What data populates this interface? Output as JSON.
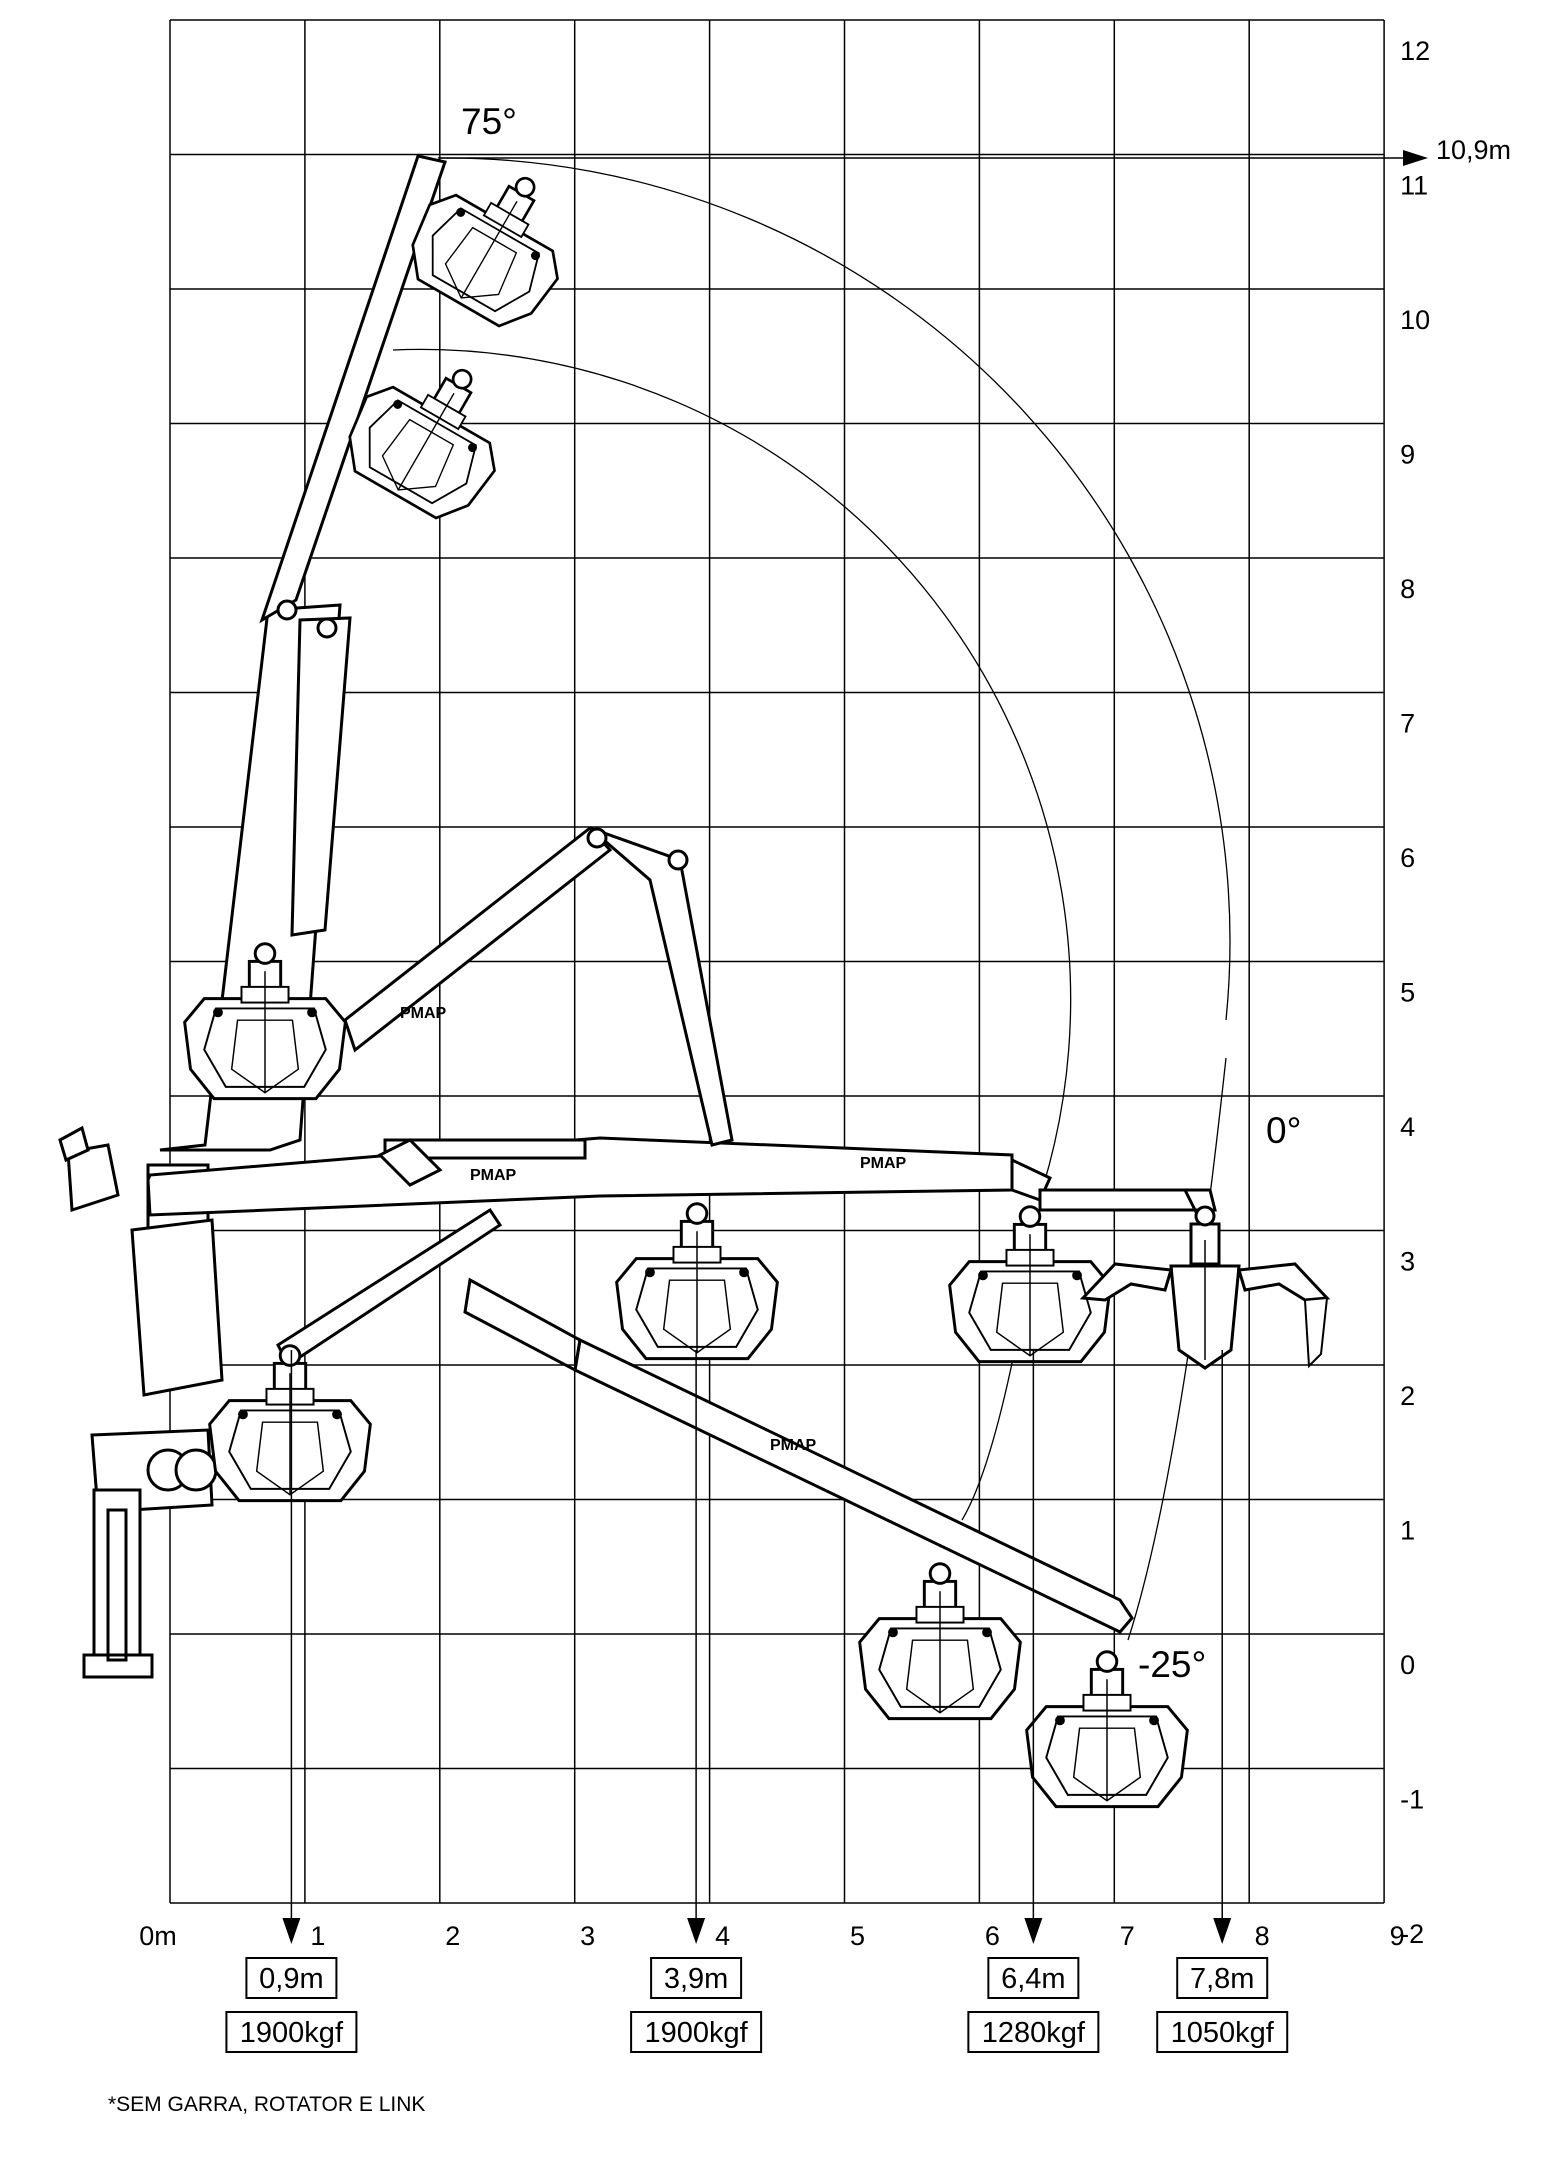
{
  "grid": {
    "x_ticks": [
      "0m",
      "1",
      "2",
      "3",
      "4",
      "5",
      "6",
      "7",
      "8",
      "9"
    ],
    "y_ticks": [
      "12",
      "11",
      "10",
      "9",
      "8",
      "7",
      "6",
      "5",
      "4",
      "3",
      "2",
      "1",
      "0",
      "-1",
      "-2"
    ]
  },
  "angles": {
    "top": "75°",
    "level": "0°",
    "bottom": "-25°"
  },
  "max_height": "10,9m",
  "reach_points": [
    {
      "reach": "0,9m",
      "load": "1900kgf",
      "x": 0.9
    },
    {
      "reach": "3,9m",
      "load": "1900kgf",
      "x": 3.9
    },
    {
      "reach": "6,4m",
      "load": "1280kgf",
      "x": 6.4
    },
    {
      "reach": "7,8m",
      "load": "1050kgf",
      "x": 7.8
    }
  ],
  "boom_logo": "PMAP",
  "footnote": "*SEM GARRA, ROTATOR E LINK"
}
